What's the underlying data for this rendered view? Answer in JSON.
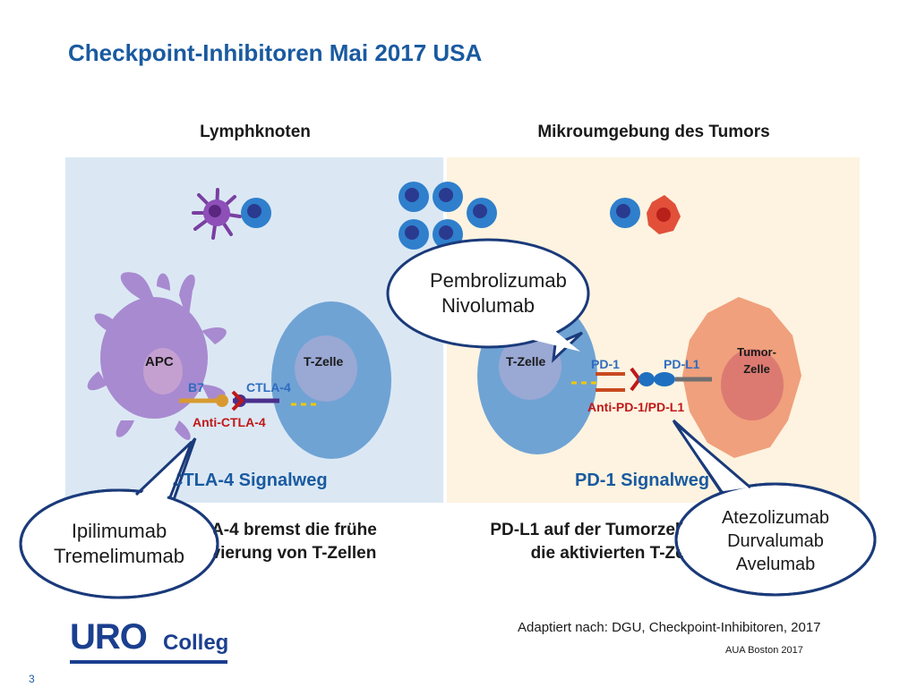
{
  "slide": {
    "title": "Checkpoint-Inhibitoren Mai 2017 USA",
    "number": "3"
  },
  "left_panel": {
    "heading": "Lymphknoten",
    "apc_label": "APC",
    "tcell_label": "T-Zelle",
    "b7_label": "B7",
    "ctla4_label": "CTLA-4",
    "antibody_label": "Anti-CTLA-4",
    "pathway_title": "CTLA-4 Signalweg",
    "description_line1": "CTLA-4 bremst die frühe",
    "description_line2": "Aktivierung von T-Zellen",
    "callout_line1": "Ipilimumab",
    "callout_line2": "Tremelimumab"
  },
  "right_panel": {
    "heading": "Mikroumgebung des Tumors",
    "tcell_label": "T-Zelle",
    "pd1_label": "PD-1",
    "pdl1_label": "PD-L1",
    "tumor_label_line1": "Tumor-",
    "tumor_label_line2": "Zelle",
    "antibody_label": "Anti-PD-1/PD-L1",
    "pathway_title": "PD-1 Signalweg",
    "description_line1": "PD-L1 auf der Tumorzelle hemmt",
    "description_line2": "die aktivierten T-Zellen",
    "callout_top_line1": "Pembrolizumab",
    "callout_top_line2": "Nivolumab",
    "callout_bottom_line1": "Atezolizumab",
    "callout_bottom_line2": "Durvalumab",
    "callout_bottom_line3": "Avelumab"
  },
  "footer": {
    "logo_part1": "URO",
    "logo_part2": "Colleg",
    "source": "Adaptiert nach: DGU, Checkpoint-Inhibitoren, 2017",
    "conference": "AUA Boston 2017"
  },
  "colors": {
    "title_blue": "#1a5aa0",
    "left_panel_bg": "#dbe8f4",
    "right_panel_bg": "#fdf3e0",
    "tcell_blue": "#6fa3d4",
    "apc_purple": "#a88ad0",
    "tumor_orange": "#f0a07c",
    "antibody_red": "#c01818",
    "logo_navy": "#1b3f8f"
  }
}
